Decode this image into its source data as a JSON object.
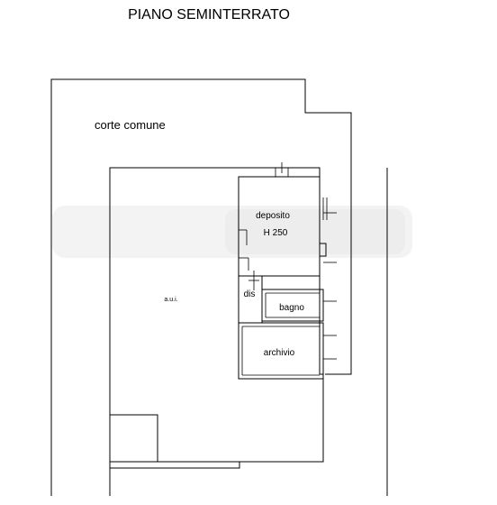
{
  "plan": {
    "title": "PIANO SEMINTERRATO",
    "labels": {
      "courtyard": "corte comune",
      "main_area": "a.u.i.",
      "storage": "deposito",
      "height": "H 250",
      "hallway": "dis",
      "bathroom": "bagno",
      "archive": "archivio"
    },
    "colors": {
      "line": "#000000",
      "background": "#ffffff",
      "smudge": "#e9e9e9"
    }
  }
}
